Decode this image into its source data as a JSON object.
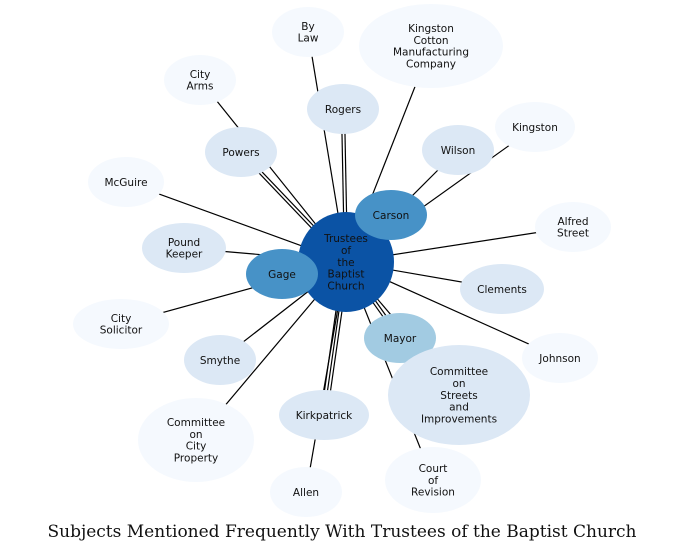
{
  "caption": "Subjects Mentioned Frequently With Trustees of the Baptist Church",
  "colors": {
    "lightest": "#f5f9fe",
    "light": "#dce8f5",
    "mid_light": "#a2cbe2",
    "mid": "#4792c7",
    "dark": "#0b53a5",
    "edge": "#000000",
    "text": "#111111"
  },
  "nodes": [
    {
      "id": "trustees",
      "label": "Trustees of the Baptist Church",
      "lines": [
        "Trustees",
        "of",
        "the",
        "Baptist",
        "Church"
      ],
      "shade": "dark"
    },
    {
      "id": "by-law",
      "label": "By Law",
      "lines": [
        "By",
        "Law"
      ],
      "shade": "lightest"
    },
    {
      "id": "kingston-cotton",
      "label": "Kingston Cotton Manufacturing Company",
      "lines": [
        "Kingston",
        "Cotton",
        "Manufacturing",
        "Company"
      ],
      "shade": "lightest"
    },
    {
      "id": "city-arms",
      "label": "City Arms",
      "lines": [
        "City",
        "Arms"
      ],
      "shade": "lightest"
    },
    {
      "id": "rogers",
      "label": "Rogers",
      "lines": [
        "Rogers"
      ],
      "shade": "light"
    },
    {
      "id": "kingston",
      "label": "Kingston",
      "lines": [
        "Kingston"
      ],
      "shade": "lightest"
    },
    {
      "id": "wilson",
      "label": "Wilson",
      "lines": [
        "Wilson"
      ],
      "shade": "light"
    },
    {
      "id": "powers",
      "label": "Powers",
      "lines": [
        "Powers"
      ],
      "shade": "light"
    },
    {
      "id": "mcguire",
      "label": "McGuire",
      "lines": [
        "McGuire"
      ],
      "shade": "lightest"
    },
    {
      "id": "carson",
      "label": "Carson",
      "lines": [
        "Carson"
      ],
      "shade": "mid"
    },
    {
      "id": "alfred-street",
      "label": "Alfred Street",
      "lines": [
        "Alfred",
        "Street"
      ],
      "shade": "lightest"
    },
    {
      "id": "pound-keeper",
      "label": "Pound Keeper",
      "lines": [
        "Pound",
        "Keeper"
      ],
      "shade": "light"
    },
    {
      "id": "gage",
      "label": "Gage",
      "lines": [
        "Gage"
      ],
      "shade": "mid"
    },
    {
      "id": "clements",
      "label": "Clements",
      "lines": [
        "Clements"
      ],
      "shade": "light"
    },
    {
      "id": "city-solicitor",
      "label": "City Solicitor",
      "lines": [
        "City",
        "Solicitor"
      ],
      "shade": "lightest"
    },
    {
      "id": "mayor",
      "label": "Mayor",
      "lines": [
        "Mayor"
      ],
      "shade": "mid_light"
    },
    {
      "id": "johnson",
      "label": "Johnson",
      "lines": [
        "Johnson"
      ],
      "shade": "lightest"
    },
    {
      "id": "smythe",
      "label": "Smythe",
      "lines": [
        "Smythe"
      ],
      "shade": "light"
    },
    {
      "id": "committee-streets",
      "label": "Committee on Streets and Improvements",
      "lines": [
        "Committee",
        "on",
        "Streets",
        "and",
        "Improvements"
      ],
      "shade": "light"
    },
    {
      "id": "committee-city-property",
      "label": "Committee on City Property",
      "lines": [
        "Committee",
        "on",
        "City",
        "Property"
      ],
      "shade": "lightest"
    },
    {
      "id": "kirkpatrick",
      "label": "Kirkpatrick",
      "lines": [
        "Kirkpatrick"
      ],
      "shade": "light"
    },
    {
      "id": "court-of-revision",
      "label": "Court of Revision",
      "lines": [
        "Court",
        "of",
        "Revision"
      ],
      "shade": "lightest"
    },
    {
      "id": "allen",
      "label": "Allen",
      "lines": [
        "Allen"
      ],
      "shade": "lightest"
    }
  ],
  "edges": [
    [
      "trustees",
      "by-law"
    ],
    [
      "trustees",
      "kingston-cotton"
    ],
    [
      "trustees",
      "rogers"
    ],
    [
      "trustees",
      "powers"
    ],
    [
      "trustees",
      "city-arms"
    ],
    [
      "trustees",
      "wilson"
    ],
    [
      "trustees",
      "kingston"
    ],
    [
      "trustees",
      "mcguire"
    ],
    [
      "trustees",
      "carson"
    ],
    [
      "trustees",
      "alfred-street"
    ],
    [
      "trustees",
      "pound-keeper"
    ],
    [
      "trustees",
      "gage"
    ],
    [
      "trustees",
      "clements"
    ],
    [
      "trustees",
      "city-solicitor"
    ],
    [
      "trustees",
      "johnson"
    ],
    [
      "trustees",
      "mayor"
    ],
    [
      "trustees",
      "committee-streets"
    ],
    [
      "trustees",
      "smythe"
    ],
    [
      "trustees",
      "committee-city-property"
    ],
    [
      "trustees",
      "kirkpatrick"
    ],
    [
      "trustees",
      "allen"
    ],
    [
      "trustees",
      "court-of-revision"
    ]
  ]
}
